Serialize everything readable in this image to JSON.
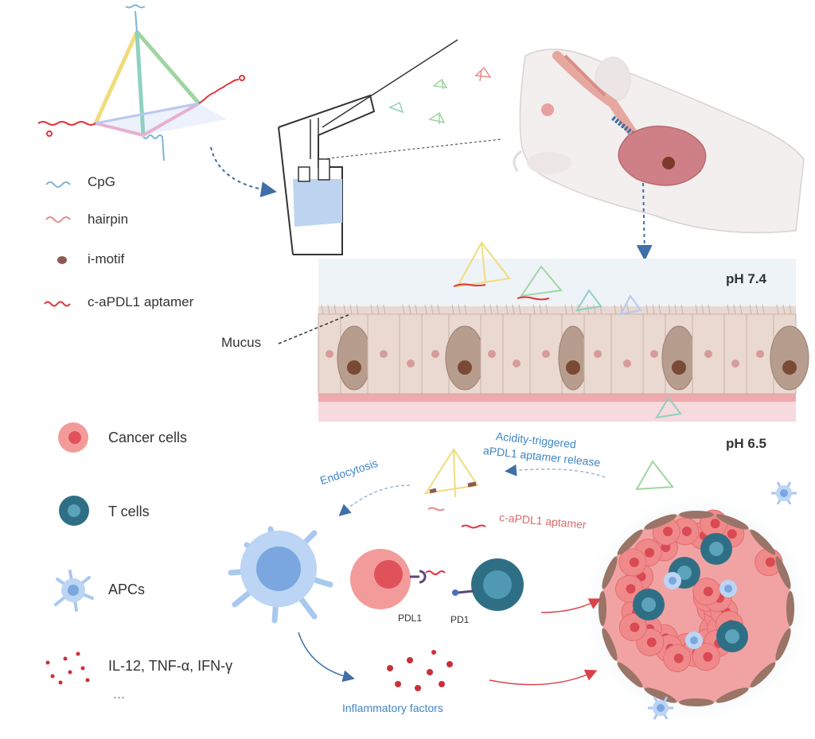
{
  "legend": {
    "cpg": "CpG",
    "hairpin": "hairpin",
    "imotif": "i-motif",
    "aptamer": "c-aPDL1 aptamer"
  },
  "cell_legend": {
    "cancer": "Cancer cells",
    "tcells": "T cells",
    "apcs": "APCs",
    "cytokines": "IL-12, TNF-α, IFN-γ",
    "more": "..."
  },
  "labels": {
    "mucus": "Mucus",
    "ph74": "pH 7.4",
    "ph65": "pH 6.5",
    "acidity_line1": "Acidity-triggered",
    "acidity_line2": "aPDL1 aptamer release",
    "endocytosis": "Endocytosis",
    "aptamer_release": "c-aPDL1 aptamer",
    "pdl1": "PDL1",
    "pd1": "PD1",
    "inflammatory": "Inflammatory factors"
  },
  "colors": {
    "cpg": "#7fb3d8",
    "hairpin": "#e58a8a",
    "aptamer": "#e0353b",
    "imotif": "#8a5a52",
    "cancer": "#f08a8a",
    "tcell": "#2f6f86",
    "apc": "#a9c8ee",
    "cytokine": "#c9303a",
    "arrow_blue": "#3f6fa6",
    "text_blue": "#3f86c7"
  }
}
